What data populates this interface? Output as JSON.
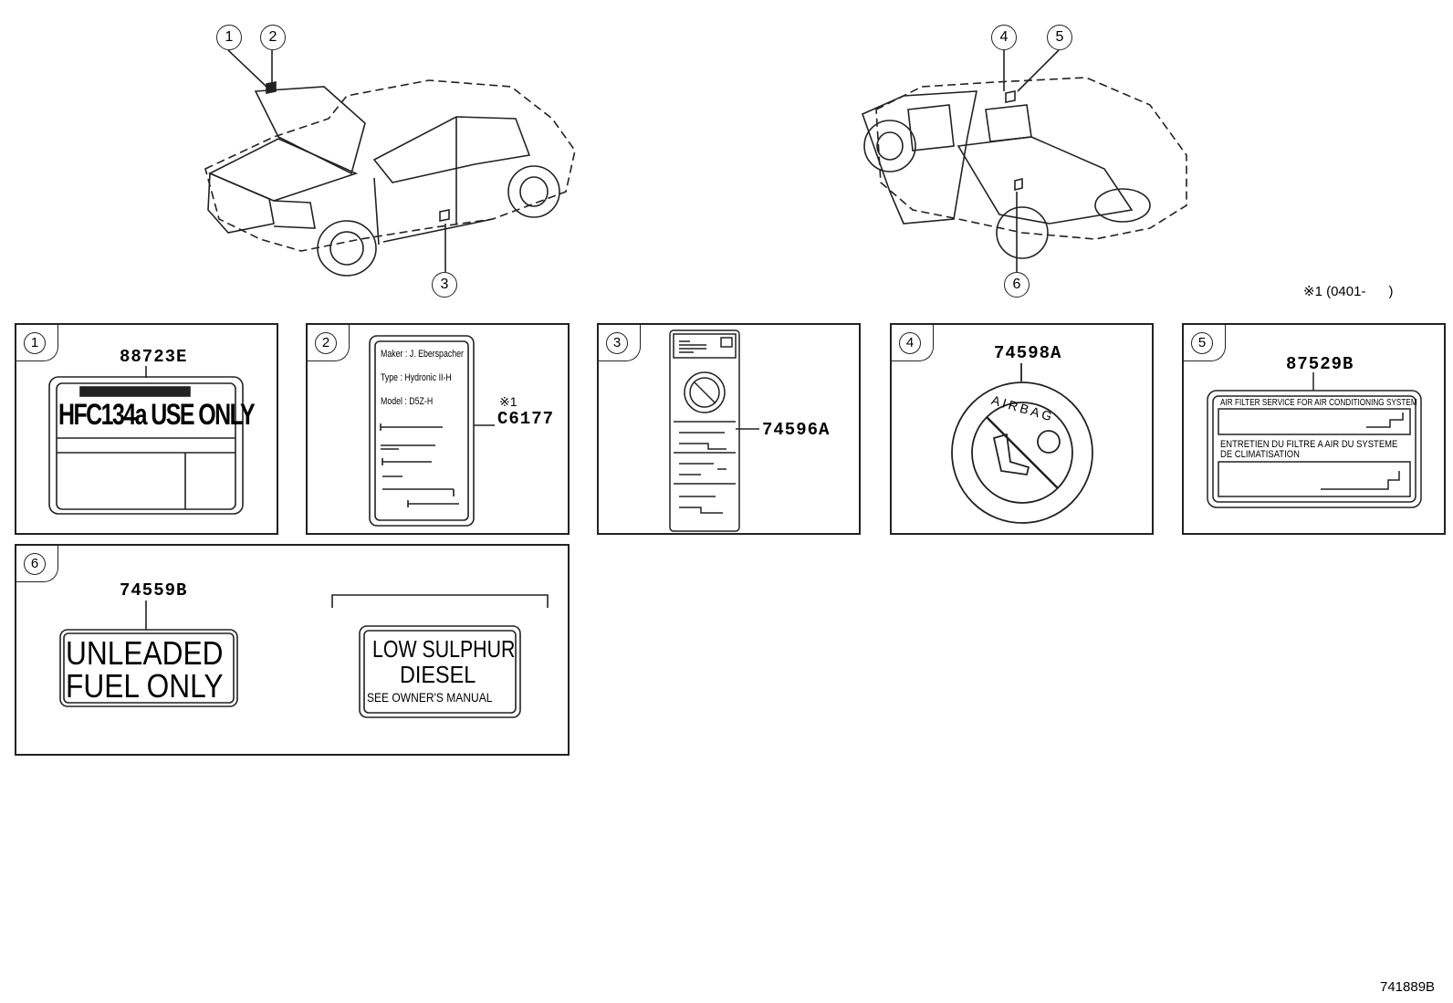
{
  "header_note": "※1 (0401-      )",
  "diagram_id": "741889B",
  "callouts": [
    "1",
    "2",
    "3",
    "4",
    "5",
    "6"
  ],
  "panels": [
    {
      "num": "1",
      "part": "88723E",
      "label_main": "HFC134a USE ONLY"
    },
    {
      "num": "2",
      "part": "C6177",
      "note": "※1",
      "lines": [
        "Maker : J. Eberspacher",
        "Type : Hydronic II-H",
        "Model : D5Z-H"
      ]
    },
    {
      "num": "3",
      "part": "74596A"
    },
    {
      "num": "4",
      "part": "74598A",
      "ring_text": "AIRBAG"
    },
    {
      "num": "5",
      "part": "87529B",
      "line1": "AIR FILTER SERVICE FOR AIR CONDITIONING SYSTEM",
      "line2": "ENTRETIEN DU FILTRE A AIR DU SYSTEME",
      "line3": "DE CLIMATISATION"
    },
    {
      "num": "6",
      "part": "74559B",
      "label_a_1": "UNLEADED",
      "label_a_2": "FUEL ONLY",
      "label_b_1": "LOW SULPHUR",
      "label_b_2": "DIESEL",
      "label_b_3": "SEE OWNER'S MANUAL"
    }
  ]
}
